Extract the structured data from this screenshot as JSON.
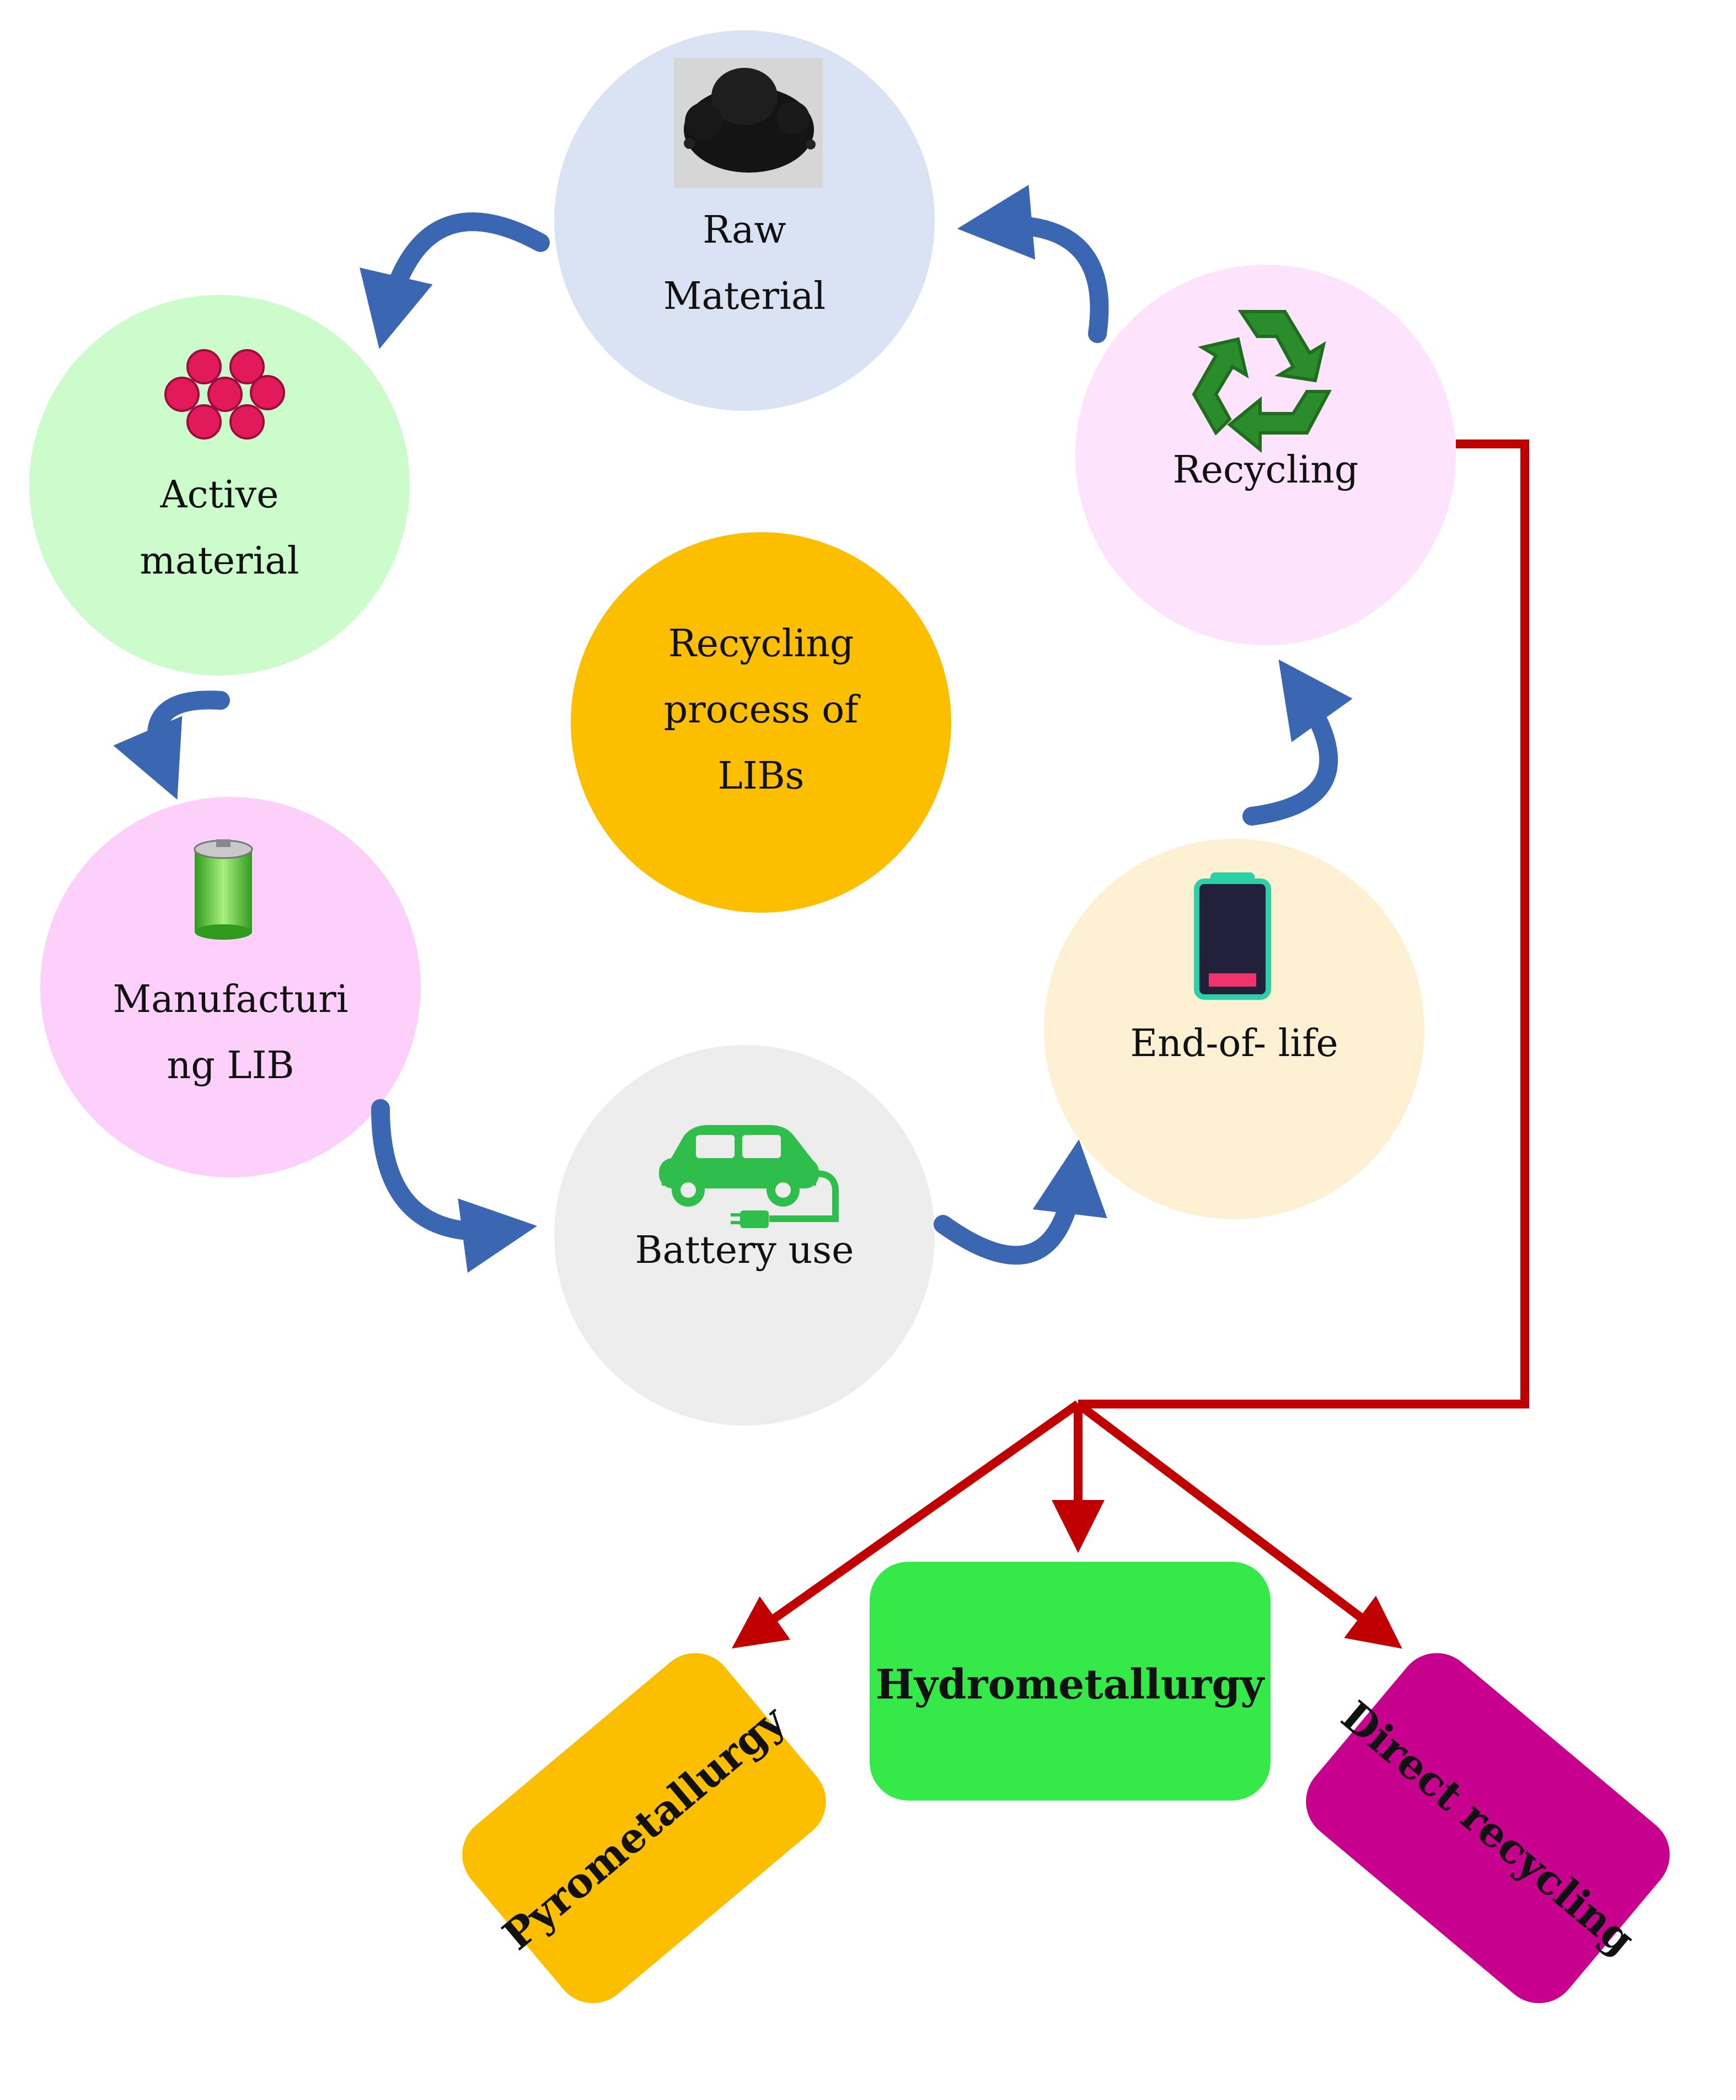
{
  "diagram": {
    "center": {
      "lines": [
        "Recycling",
        "process of",
        "LIBs"
      ],
      "color": "#fcbf00"
    },
    "stages": [
      {
        "id": "raw",
        "lines": [
          "Raw",
          "Material"
        ],
        "color": "#dae3f3",
        "icon": "black-powder-icon"
      },
      {
        "id": "recycling",
        "lines": [
          "Recycling"
        ],
        "color": "#fde3fb",
        "icon": "recycle-icon"
      },
      {
        "id": "eol",
        "lines": [
          "End-of- life"
        ],
        "color": "#fdf0d3",
        "icon": "empty-battery-icon"
      },
      {
        "id": "use",
        "lines": [
          "Battery use"
        ],
        "color": "#ededed",
        "icon": "electric-car-icon"
      },
      {
        "id": "mfg",
        "lines": [
          "Manufacturi",
          "ng LIB"
        ],
        "color": "#fcd0fb",
        "icon": "green-battery-icon"
      },
      {
        "id": "active",
        "lines": [
          "Active",
          "material"
        ],
        "color": "#ccfbcc",
        "icon": "red-particles-icon"
      }
    ],
    "methods": [
      {
        "id": "pyro",
        "label": "Pyrometallurgy",
        "color": "#fcbf00"
      },
      {
        "id": "hydro",
        "label": "Hydrometallurgy",
        "color": "#35e949"
      },
      {
        "id": "direct",
        "label": "Direct recycling",
        "color": "#c8008e"
      }
    ],
    "colors": {
      "cycle_arrow": "#3a66b2",
      "branch_arrow": "#c00000"
    }
  }
}
